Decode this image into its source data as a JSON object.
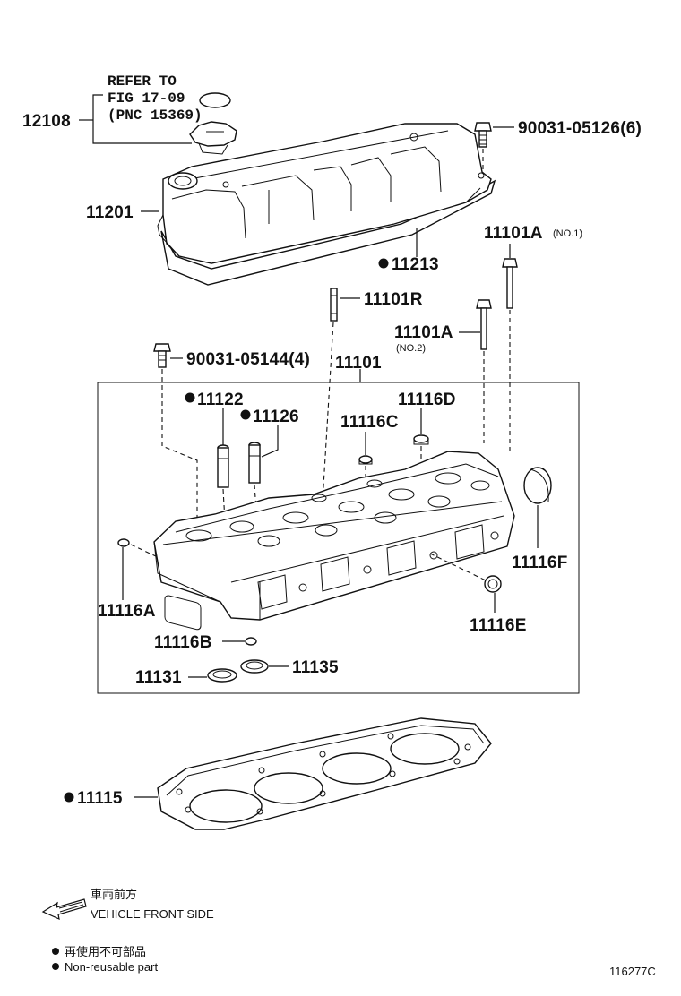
{
  "diagram": {
    "refer_note": {
      "line1": "REFER TO",
      "line2": "FIG 17-09",
      "line3": "(PNC 15369)"
    },
    "labels": {
      "p12108": "12108",
      "p90031_05126": "90031-05126(6)",
      "p11201": "11201",
      "p11101A_1": "11101A",
      "p11101A_1_sub": "(NO.1)",
      "p11213": "11213",
      "p11101R": "11101R",
      "p11101A_2": "11101A",
      "p11101A_2_sub": "(NO.2)",
      "p90031_05144": "90031-05144(4)",
      "p11101": "11101",
      "p11122": "11122",
      "p11126": "11126",
      "p11116D": "11116D",
      "p11116C": "11116C",
      "p11116F": "11116F",
      "p11116A": "11116A",
      "p11116E": "11116E",
      "p11116B": "11116B",
      "p11131": "11131",
      "p11135": "11135",
      "p11115": "11115"
    },
    "legend": {
      "front_jp": "車両前方",
      "front_en": "VEHICLE FRONT SIDE",
      "nonreuse_jp": "再使用不可部品",
      "nonreuse_en": "Non-reusable part"
    },
    "figure_id": "116277C"
  }
}
